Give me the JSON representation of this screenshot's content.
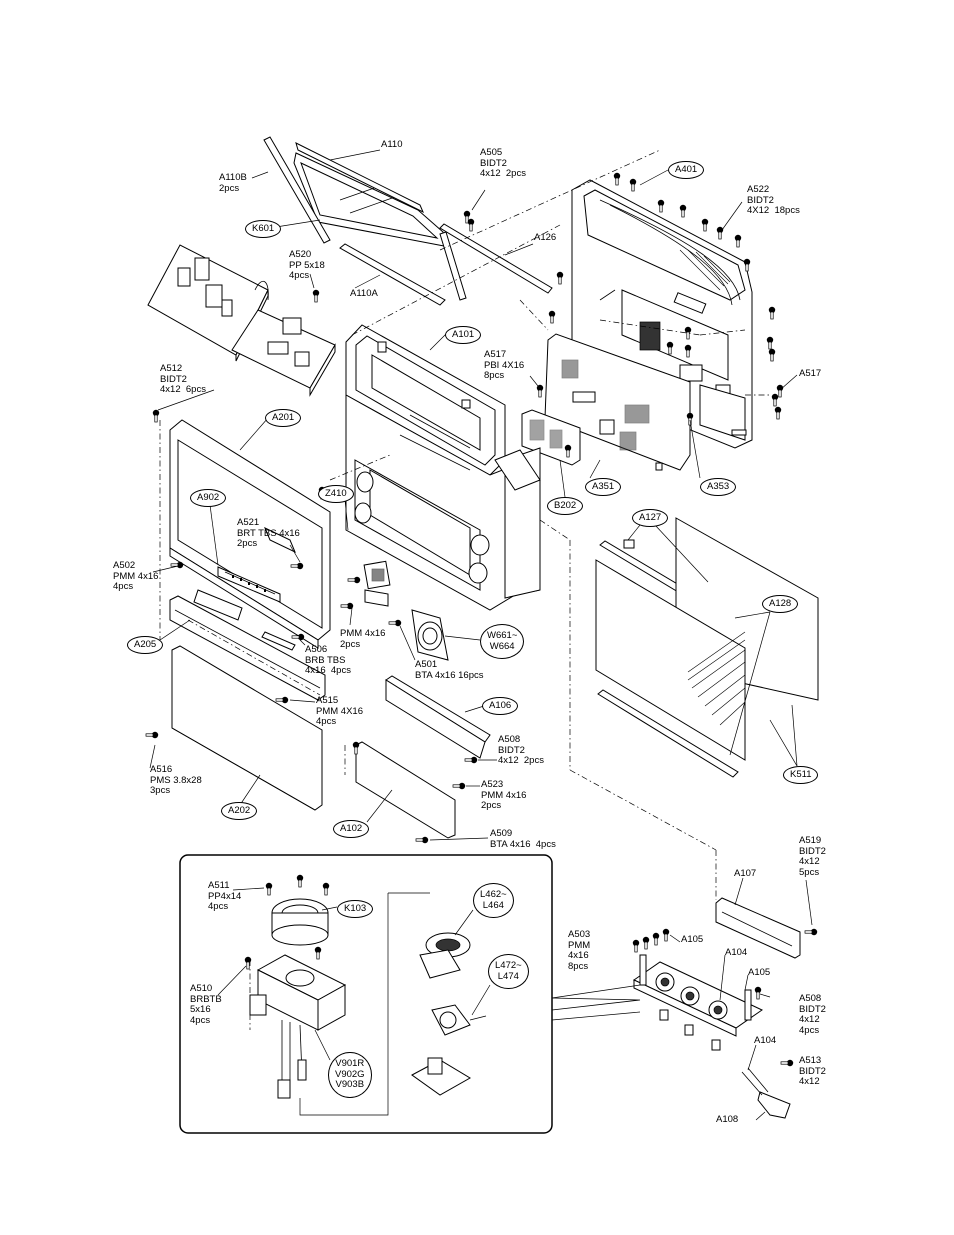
{
  "labels": {
    "a110": "A110",
    "a110b": "A110B\n2pcs",
    "a110a": "A110A",
    "a505": "A505\nBIDT2\n4x12  2pcs",
    "a126": "A126",
    "a522": "A522\nBIDT2\n4X12  18pcs",
    "a520": "A520\nPP 5x18\n4pcs",
    "a517_top": "A517\nPBI 4X16\n8pcs",
    "a517_right": "A517",
    "a512": "A512\nBIDT2\n4x12  6pcs",
    "a521": "A521\nBRT TBS 4x16\n2pcs",
    "a502": "A502\nPMM 4x16\n4pcs",
    "pmm_z410": "PMM 4x16\n2pcs",
    "a506": "A506\nBRB TBS\n4x16  4pcs",
    "a501": "A501\nBTA 4x16 16pcs",
    "a515": "A515\nPMM 4X16\n4pcs",
    "a508_mid": "A508\nBIDT2\n4x12  2pcs",
    "a523": "A523\nPMM 4x16\n2pcs",
    "a516": "A516\nPMS 3.8x28\n3pcs",
    "a509": "A509\nBTA 4x16  4pcs",
    "a519": "A519\nBIDT2\n4x12\n5pcs",
    "a107": "A107",
    "a503": "A503\nPMM\n4x16\n8pcs",
    "a105_left": "A105",
    "a104_top": "A104",
    "a105_right": "A105",
    "a508_right": "A508\nBIDT2\n4x12\n4pcs",
    "a104_bottom": "A104",
    "a513": "A513\nBIDT2\n4x12",
    "a108": "A108",
    "a511": "A511\nPP4x14\n4pcs",
    "a510": "A510\nBRBTB\n5x16\n4pcs"
  },
  "ovals": {
    "k601": "K601",
    "a401": "A401",
    "a101": "A101",
    "a201": "A201",
    "a902": "A902",
    "z410": "Z410",
    "a351": "A351",
    "a353": "A353",
    "b202": "B202",
    "a127": "A127",
    "a128": "A128",
    "w661": "W661~\nW664",
    "a205": "A205",
    "a106": "A106",
    "a202": "A202",
    "a102": "A102",
    "k511": "K511",
    "k103": "K103",
    "l462": "L462~\nL464",
    "l472": "L472~\nL474",
    "v901": "V901R\nV902G\nV903B"
  }
}
